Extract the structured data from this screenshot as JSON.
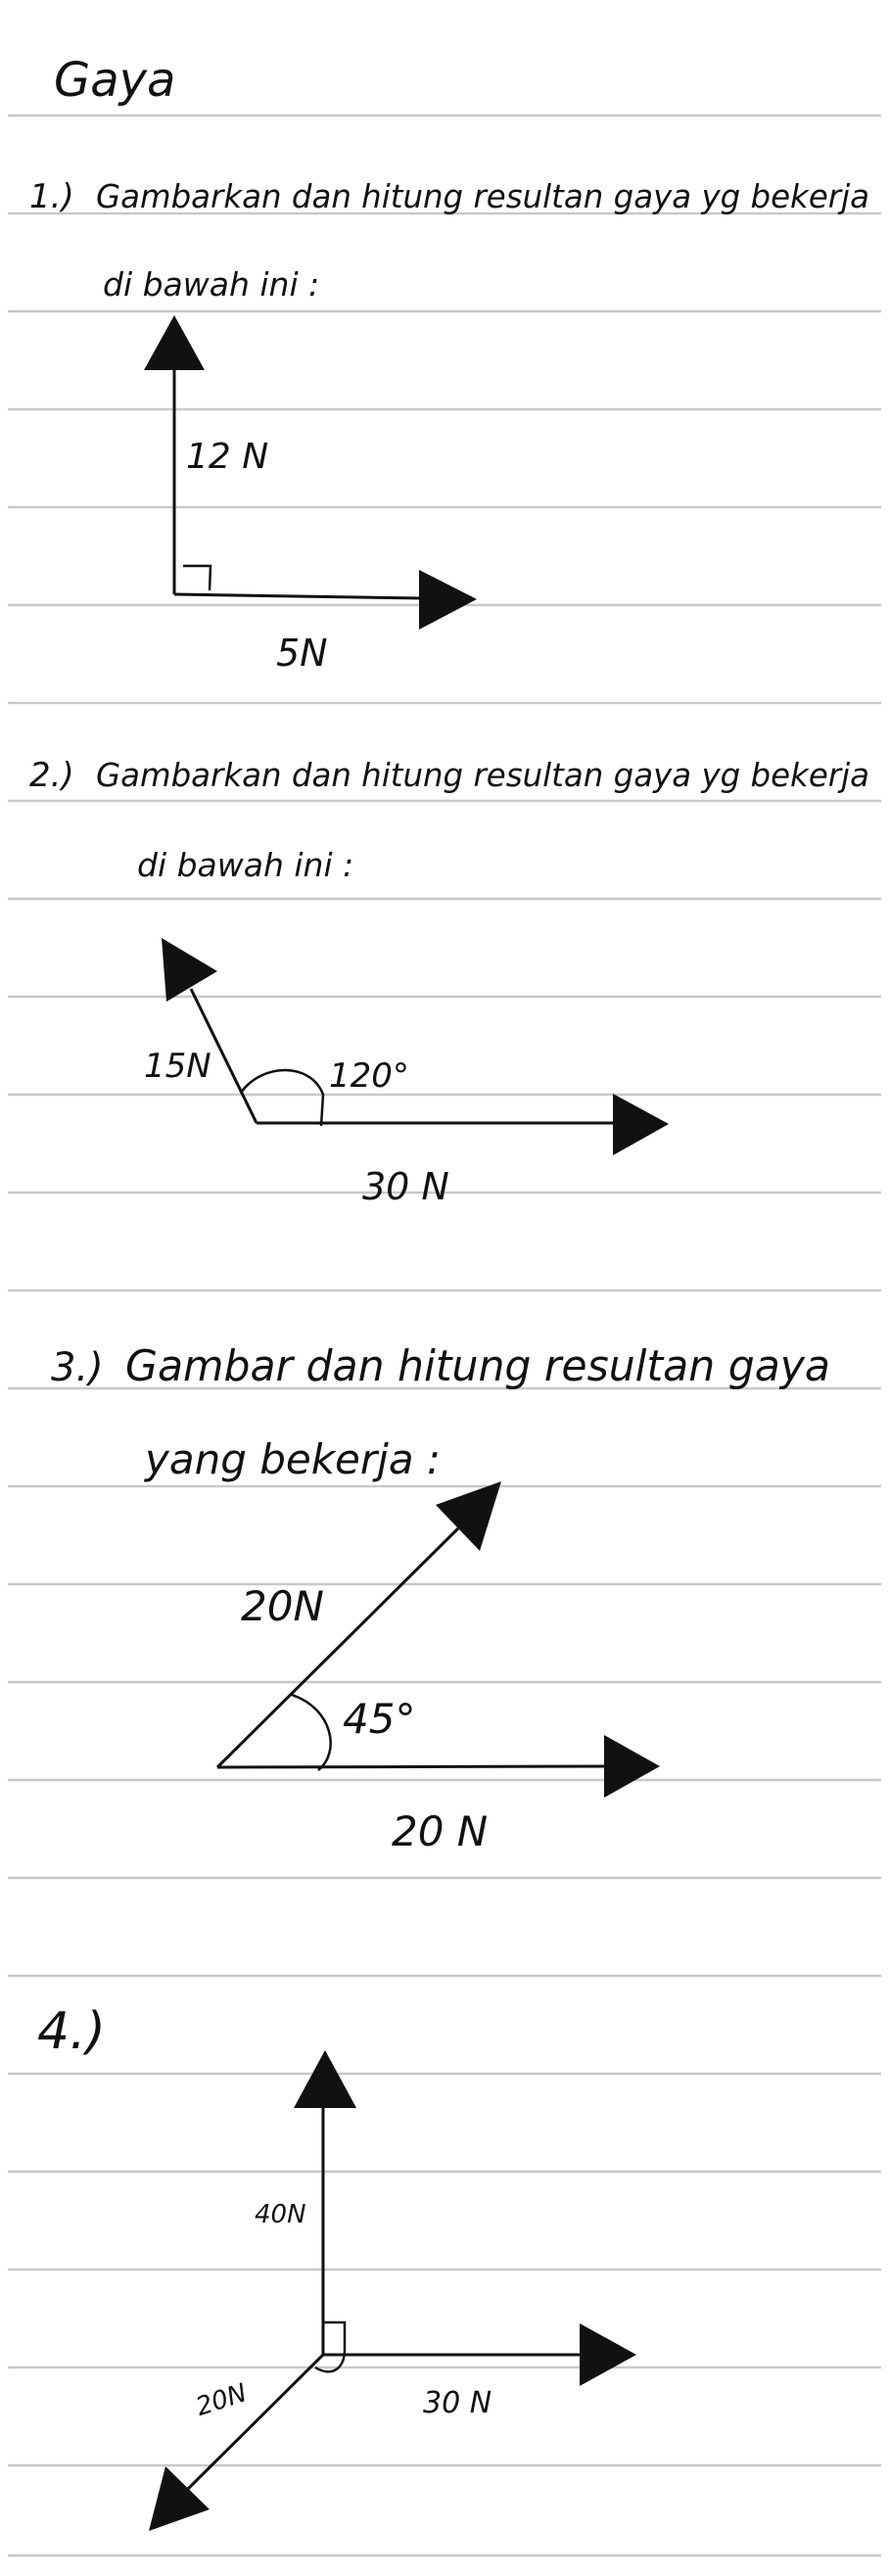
{
  "title": "Gaya",
  "colors": {
    "ink": "#111111",
    "ruled_line": "#c8c8c8",
    "paper": "#ffffff"
  },
  "problems": [
    {
      "number": "1.)",
      "text_line_1": "Gambarkan dan hitung resultan gaya yg bekerja",
      "text_line_2": "di bawah ini :",
      "labels": {
        "vertical_force": "12 N",
        "horizontal_force": "5N"
      }
    },
    {
      "number": "2.)",
      "text_line_1": "Gambarkan dan hitung resultan gaya yg bekerja",
      "text_line_2": "di bawah ini :",
      "labels": {
        "slanted_force": "15N",
        "angle": "120°",
        "horizontal_force": "30 N"
      }
    },
    {
      "number": "3.)",
      "text_line_1": "Gambar dan hitung resultan gaya",
      "text_line_2": "yang bekerja :",
      "labels": {
        "slanted_force": "20N",
        "angle": "45°",
        "horizontal_force": "20 N"
      }
    },
    {
      "number": "4.)",
      "labels": {
        "vertical_force": "40N",
        "diagonal_force": "20N",
        "horizontal_force": "30 N"
      }
    }
  ]
}
